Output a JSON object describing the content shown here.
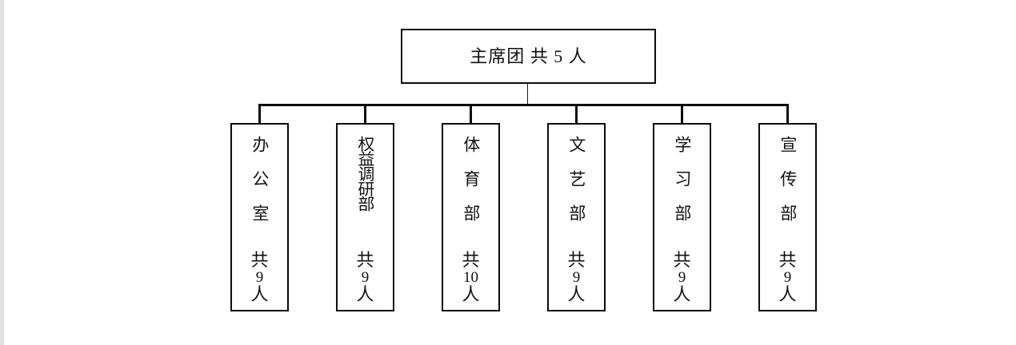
{
  "diagram": {
    "type": "organization-chart",
    "title_node": {
      "label": "主席团 共 5 人",
      "name": "主席团",
      "count_text": "共 5 人",
      "count": 5
    },
    "children": [
      {
        "name": "办公室",
        "chars": 3,
        "count_prefix": "共",
        "count_number": "9",
        "count_suffix": "人",
        "count": 9,
        "full_label": "办公室 共9人"
      },
      {
        "name": "权益调研部",
        "chars": 5,
        "count_prefix": "共",
        "count_number": "9",
        "count_suffix": "人",
        "count": 9,
        "full_label": "权益调研部 共9人"
      },
      {
        "name": "体育部",
        "chars": 3,
        "count_prefix": "共",
        "count_number": "10",
        "count_suffix": "人",
        "count": 10,
        "full_label": "体育部 共10人"
      },
      {
        "name": "文艺部",
        "chars": 3,
        "count_prefix": "共",
        "count_number": "9",
        "count_suffix": "人",
        "count": 9,
        "full_label": "文艺部 共9人"
      },
      {
        "name": "学习部",
        "chars": 3,
        "count_prefix": "共",
        "count_number": "9",
        "count_suffix": "人",
        "count": 9,
        "full_label": "学习部 共9人"
      },
      {
        "name": "宣传部",
        "chars": 3,
        "count_prefix": "共",
        "count_number": "9",
        "count_suffix": "人",
        "count": 9,
        "full_label": "宣传部 共9人"
      }
    ],
    "colors": {
      "box_border": "#0b0b0b",
      "box_fill": "#ffffff",
      "connector": "#0b0b0b",
      "text": "#111111",
      "page_background": "#ffffff",
      "left_margin_strip": "#e0e1e3"
    }
  }
}
